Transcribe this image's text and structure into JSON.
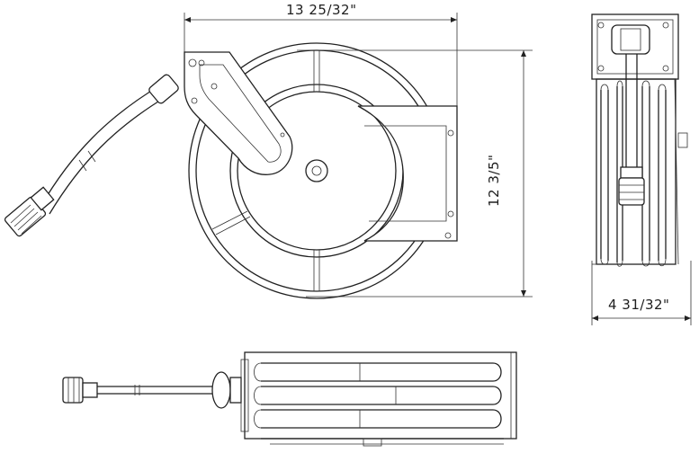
{
  "dimensions": {
    "width": "13 25/32\"",
    "height": "12 3/5\"",
    "depth": "4 31/32\""
  }
}
